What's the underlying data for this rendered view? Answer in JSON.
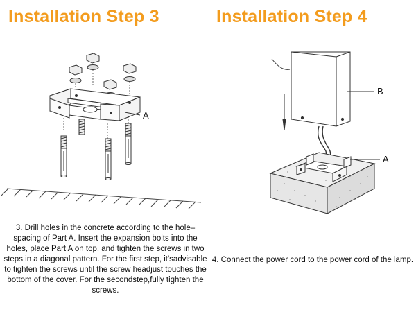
{
  "step3": {
    "title": "Installation Step 3",
    "part_label": "A",
    "description": "3. Drill holes in the concrete according to the hole–spacing of Part A. Insert the expansion bolts into the holes, place Part A on top, and tighten the screws in two steps in a diagonal pattern. For the first step, it'sadvisable to tighten the screws until the screw headjust touches the bottom of the cover. For the secondstep,fully tighten the screws."
  },
  "step4": {
    "title": "Installation Step 4",
    "part_label_b": "B",
    "part_label_a": "A",
    "description": "4. Connect the power cord to the power cord of the lamp."
  },
  "colors": {
    "title": "#f39c1e"
  }
}
